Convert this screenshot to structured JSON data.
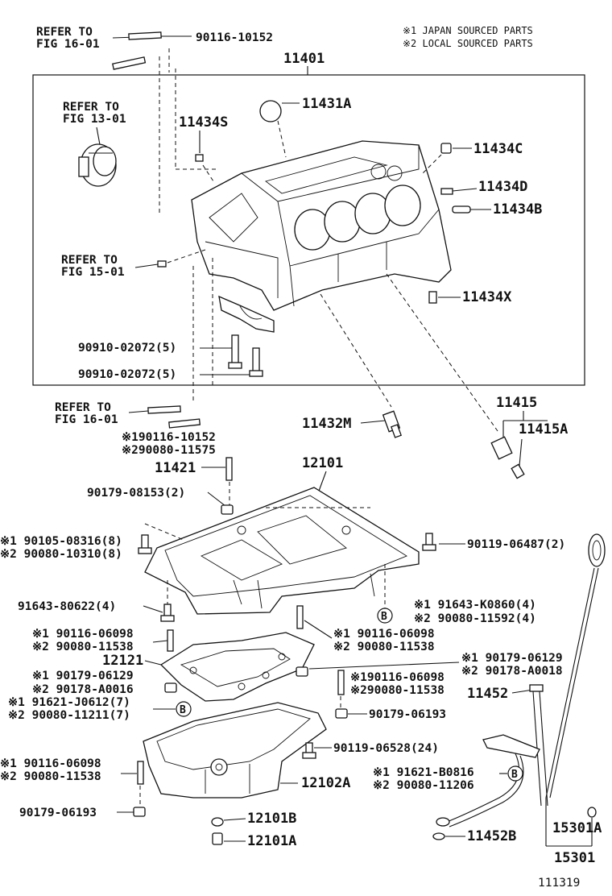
{
  "legend": {
    "japan": "※1 JAPAN SOURCED PARTS",
    "local": "※2 LOCAL SOURCED PARTS"
  },
  "refer": {
    "top_l1": "REFER TO",
    "top_l2": "FIG 16-01",
    "fig13_l1": "REFER TO",
    "fig13_l2": "FIG 13-01",
    "fig15_l1": "REFER TO",
    "fig15_l2": "FIG 15-01",
    "bot_l1": "REFER TO",
    "bot_l2": "FIG 16-01"
  },
  "parts": {
    "p90116_10152": "90116-10152",
    "p11401": "11401",
    "p11431A": "11431A",
    "p11434S": "11434S",
    "p11434C": "11434C",
    "p11434D": "11434D",
    "p11434B": "11434B",
    "p11434X": "11434X",
    "p90910_a": "90910-02072(5)",
    "p90910_b": "90910-02072(5)",
    "p11415": "11415",
    "p11415A": "11415A",
    "p11432M": "11432M",
    "p_s1_90116_10152": "※190116-10152",
    "p_s2_90080_11575": "※290080-11575",
    "p11421": "11421",
    "p12101": "12101",
    "p90179_08153": "90179-08153(2)",
    "p_s1_90105": "※1 90105-08316(8)",
    "p_s2_90080_10310": "※2 90080-10310(8)",
    "p90119_06487": "90119-06487(2)",
    "p91643_80622": "91643-80622(4)",
    "p_s1_91643_K0860": "※1 91643-K0860(4)",
    "p_s2_90080_11592": "※2 90080-11592(4)",
    "p_s1_90116_06098_l": "※1 90116-06098",
    "p_s2_90080_11538_l": "※2 90080-11538",
    "p_s1_90116_06098_m": "※1 90116-06098",
    "p_s2_90080_11538_m": "※2 90080-11538",
    "p12121": "12121",
    "p_s1_90179_06129_r": "※1 90179-06129",
    "p_s2_90178_A0018_r": "※2 90178-A0018",
    "p_s1_90179_06129_l": "※1 90179-06129",
    "p_s2_90178_A0016_l": "※2 90178-A0016",
    "p_s1_90116_06098_c": "※190116-06098",
    "p_s2_90080_11538_c": "※290080-11538",
    "p11452": "11452",
    "p_s1_91621_J0612": "※1 91621-J0612(7)",
    "p_s2_90080_11211": "※2 90080-11211(7)",
    "p90179_06193_r": "90179-06193",
    "p90119_06528": "90119-06528(24)",
    "p_s1_90116_06098_b": "※1 90116-06098",
    "p_s2_90080_11538_b": "※2 90080-11538",
    "p12102A": "12102A",
    "p_s1_91621_B0816": "※1 91621-B0816",
    "p_s2_90080_11206": "※2 90080-11206",
    "p90179_06193_b": "90179-06193",
    "p12101B": "12101B",
    "p12101A": "12101A",
    "p11452B": "11452B",
    "p15301A": "15301A",
    "p15301": "15301",
    "fig_no": "111319"
  },
  "callouts": {
    "b1": "B",
    "b2": "B",
    "b3": "B"
  }
}
